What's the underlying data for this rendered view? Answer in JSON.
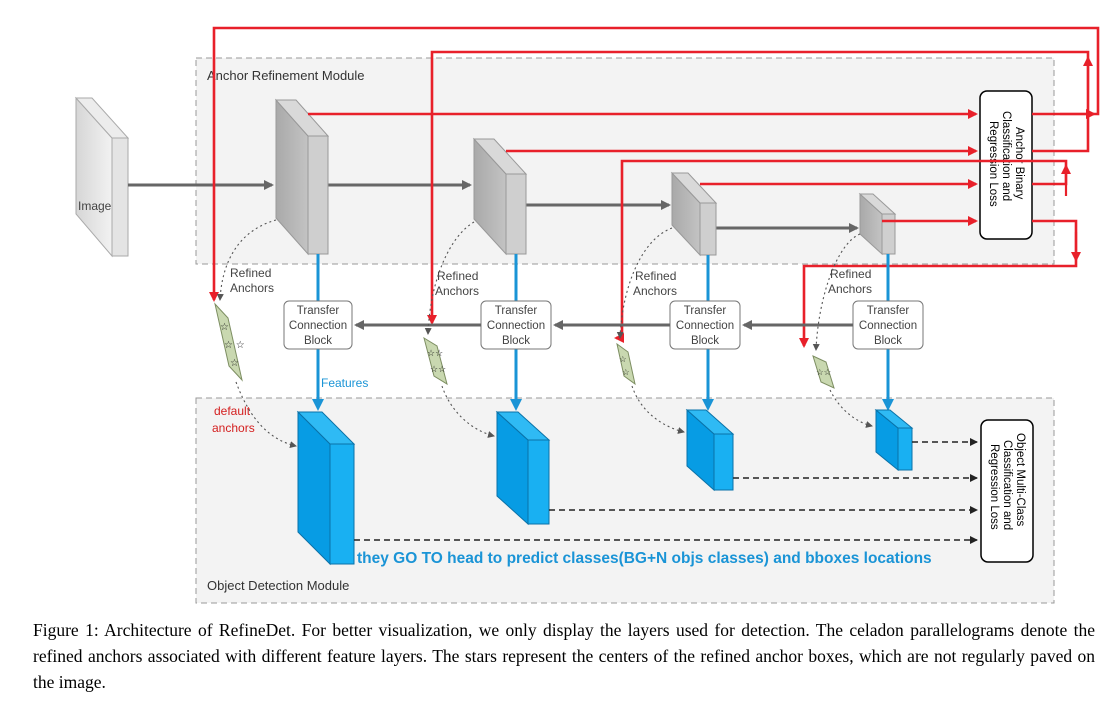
{
  "diagram": {
    "input_label": "Image",
    "arm_title": "Anchor Refinement Module",
    "odm_title": "Object Detection Module",
    "arm_loss_lines": [
      "Anchor Binary",
      "Classification and",
      "Regression Loss"
    ],
    "odm_loss_lines": [
      "Object Multi-Class",
      "Classification and",
      "Regression Loss"
    ],
    "refined_anchors_line1": "Refined",
    "refined_anchors_line2": "Anchors",
    "tcb_lines": [
      "Transfer",
      "Connection",
      "Block"
    ],
    "features_label": "Features",
    "default_anchors_line1": "default",
    "default_anchors_line2": "anchors",
    "annotation": "they GO TO  head  to predict  classes(BG+N objs classes)  and  bboxes locations",
    "colors": {
      "arm_feature": "#bdbdbd",
      "odm_feature": "#0aa3e8",
      "anchor_fill": "#c9d8b0",
      "red_arrow": "#e8202a",
      "blue_arrow": "#1a94d6",
      "gray_arrow": "#666666",
      "annotation_text": "#1a94d6",
      "default_anchor_text": "#d42020"
    }
  },
  "caption": "Figure 1: Architecture of RefineDet. For better visualization, we only display the layers used for detection. The celadon parallelograms denote the refined anchors associated with different feature layers. The stars represent the centers of the refined anchor boxes, which are not regularly paved on the image."
}
